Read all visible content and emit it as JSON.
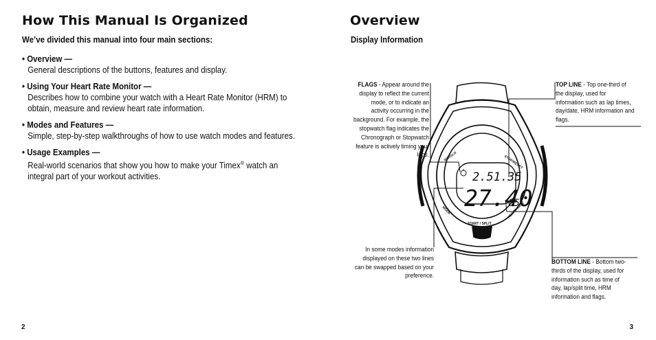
{
  "left_page": {
    "title": "How This Manual Is Organized",
    "intro": "We’ve divided this manual into four main sections:",
    "sections": [
      {
        "title": "• Overview —",
        "body": "General descriptions of the buttons, features and display."
      },
      {
        "title": "• Using Your Heart Rate Monitor —",
        "body": "Describes how to combine your watch with a Heart Rate Monitor (HRM) to obtain, measure and review heart rate information."
      },
      {
        "title": "• Modes and Features —",
        "body": "Simple, step-by-step walkthroughs of how to use watch modes and features."
      },
      {
        "title": "• Usage Examples —",
        "body_before": "Real-world scenarios that show you how to make your Timex",
        "body_sup": "®",
        "body_after": " watch an integral part of your workout activities."
      }
    ],
    "page_number": "2"
  },
  "right_page": {
    "title": "Overview",
    "subtitle": "Display Information",
    "flags_label": "FLAGS",
    "flags_text": " - Appear around the display to reflect the current mode, or to indicate an activity occurring in the background. For example, the stopwatch flag indicates the Chronograph or Stopwatch feature is actively timing your laps.",
    "top_line_label": "TOP LINE",
    "top_line_text": " - Top one-third of the display, used for information such as lap times, day/date, HRM information and flags.",
    "swap_text": "In some modes information displayed on these two lines can be swapped based on your preference.",
    "bottom_line_label": "BOTTOM LINE",
    "bottom_line_text": " - Bottom two-thirds of the display, used for information such as time of day, lap/split time, HRM information and flags.",
    "page_number": "3"
  },
  "watch": {
    "top_digits": "2.51.35",
    "main_digits": "27.40",
    "small_digits": "05",
    "buttons": {
      "indiglo": "INDIGLO",
      "stop_reset": "STOP/RESET",
      "mode": "MODE",
      "heart_rate": "HEART RATE",
      "start_split": "START / SPLIT"
    }
  }
}
